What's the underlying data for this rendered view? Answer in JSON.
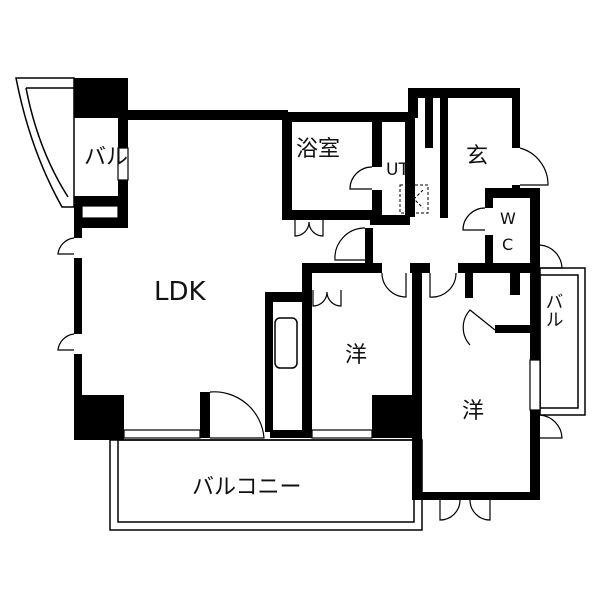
{
  "rooms": {
    "balcony_left": "バル",
    "bathroom": "浴室",
    "utility": "UT",
    "entrance": "玄",
    "toilet_line1": "W",
    "toilet_line2": "C",
    "ldk": "LDK",
    "western_room_1": "洋",
    "balcony_right": "バル",
    "western_room_2": "洋",
    "balcony_main": "バルコニー"
  },
  "colors": {
    "wall": "#000000",
    "background": "#ffffff"
  }
}
